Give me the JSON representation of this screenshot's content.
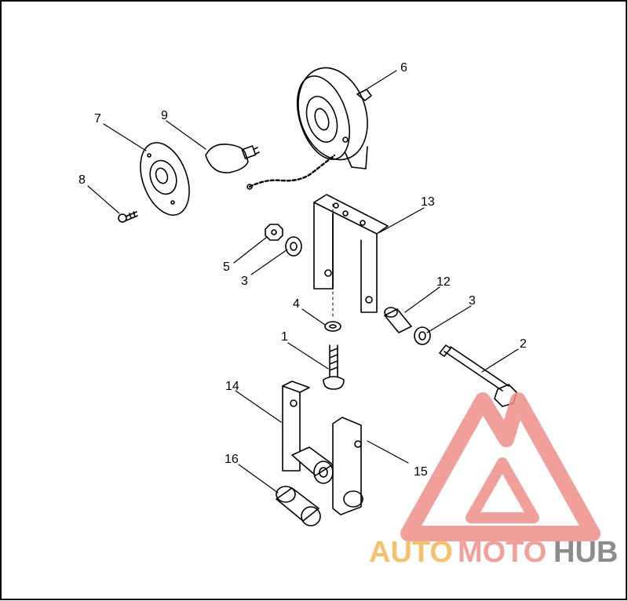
{
  "diagram": {
    "callouts": {
      "c1": "1",
      "c2": "2",
      "c3a": "3",
      "c3b": "3",
      "c4": "4",
      "c5": "5",
      "c6": "6",
      "c7": "7",
      "c8": "8",
      "c9": "9",
      "c12": "12",
      "c13": "13",
      "c14": "14",
      "c15": "15",
      "c16": "16"
    }
  },
  "watermark": {
    "word_a": "AUTO",
    "word_b": "MOTO",
    "word_c": "HUB",
    "colors": {
      "auto": "#f5c16b",
      "moto": "#f2a09a",
      "hub": "#8c8c8c",
      "logo": "#ef8f8a"
    }
  }
}
